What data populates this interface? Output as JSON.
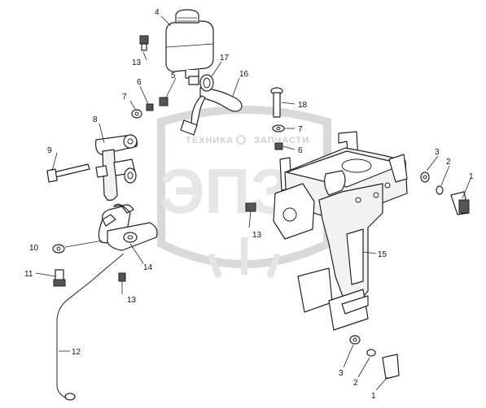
{
  "watermark": {
    "left_word": "ТЕХНИКА",
    "right_word": "ЗАПЧАСТИ",
    "logo": "ЭПЗ"
  },
  "callouts": {
    "c1_upper": "1",
    "c2_upper": "2",
    "c3_upper": "3",
    "c4": "4",
    "c5": "5",
    "c6_left": "6",
    "c7_left": "7",
    "c8": "8",
    "c9": "9",
    "c10": "10",
    "c11": "11",
    "c12": "12",
    "c13_top": "13",
    "c13_mid": "13",
    "c13_low": "13",
    "c14": "14",
    "c15": "15",
    "c16": "16",
    "c17": "17",
    "c18": "18",
    "c7_right": "7",
    "c6_right": "6",
    "c1_lower": "1",
    "c2_lower": "2",
    "c3_lower": "3"
  }
}
